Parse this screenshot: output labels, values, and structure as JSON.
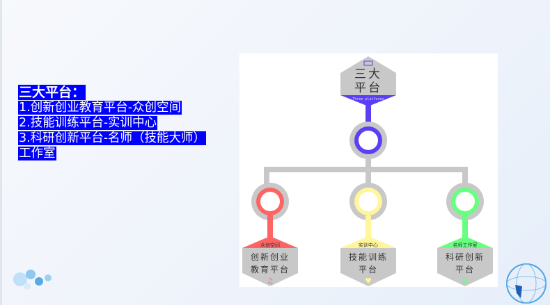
{
  "text_block": {
    "title": "三大平台：",
    "lines": [
      "1.创新创业教育平台-众创空间",
      "2.技能训练平台-实训中心",
      "3.科研创新平台-名师（技能大师）",
      "工作室"
    ]
  },
  "diagram": {
    "root": {
      "line1": "三大",
      "line2": "平台",
      "subtitle": "Three platforms",
      "color": "#5b3ff5"
    },
    "platforms": [
      {
        "tag": "众创空间",
        "line1": "创新创业",
        "line2": "教育平台",
        "icon": "music-note-icon",
        "color": "#ff6464"
      },
      {
        "tag": "实训中心",
        "line1": "技能训练",
        "line2": "平台",
        "icon": "heart-icon",
        "color": "#fff59a"
      },
      {
        "tag": "名师工作室",
        "line1": "科研创新",
        "line2": "平台",
        "icon": "grass-icon",
        "color": "#66ff80"
      }
    ]
  }
}
